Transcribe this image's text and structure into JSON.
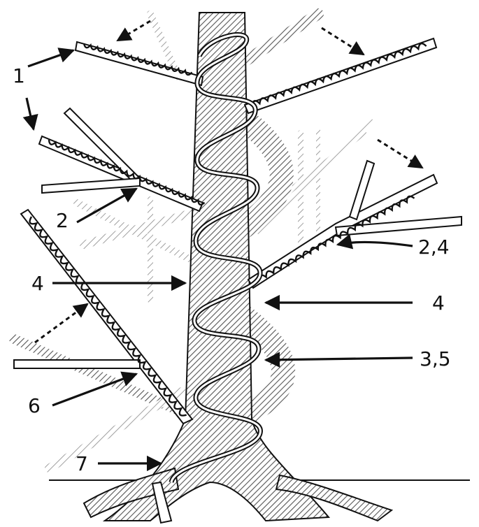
{
  "diagram": {
    "labels": {
      "one": "1",
      "two_left": "2",
      "two_four": "2,4",
      "four_left": "4",
      "four_right": "4",
      "three_five": "3,5",
      "six": "6",
      "seven": "7"
    },
    "colors": {
      "ink": "#111111",
      "hatch": "#6e6e6e",
      "paper": "#ffffff"
    }
  }
}
